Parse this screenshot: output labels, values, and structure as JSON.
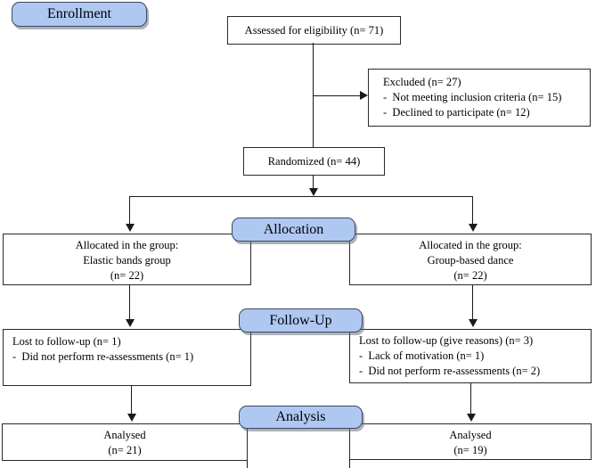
{
  "labels": {
    "enrollment": "Enrollment",
    "allocation": "Allocation",
    "followup": "Follow-Up",
    "analysis": "Analysis"
  },
  "boxes": {
    "assessed": {
      "line1": "Assessed for eligibility (n= 71)"
    },
    "excluded": {
      "line1": "Excluded (n= 27)",
      "line2": "-  Not meeting inclusion criteria (n= 15)",
      "line3": "-  Declined to participate (n= 12)"
    },
    "randomized": {
      "line1": "Randomized (n= 44)"
    },
    "allocated_elastic": {
      "line1": "Allocated in the group:",
      "line2": "Elastic bands group",
      "line3": "(n= 22)"
    },
    "allocated_dance": {
      "line1": "Allocated in the group:",
      "line2": "Group-based dance",
      "line3": "(n= 22)"
    },
    "lost_elastic": {
      "line1": "Lost to follow-up (n= 1)",
      "line2": "-  Did not perform re-assessments (n= 1)"
    },
    "lost_dance": {
      "line1": "Lost to follow-up (give reasons) (n= 3)",
      "line2": "-  Lack of motivation (n= 1)",
      "line3": "-  Did not perform re-assessments (n= 2)"
    },
    "analysed_elastic": {
      "line1": "Analysed",
      "line2": "(n= 21)"
    },
    "analysed_dance": {
      "line1": "Analysed",
      "line2": "(n= 19)"
    }
  },
  "colors": {
    "stage_fill": "#aec8f2",
    "stage_border": "#3c4860",
    "box_border": "#2a2a2a",
    "connector": "#1a1a1a"
  }
}
